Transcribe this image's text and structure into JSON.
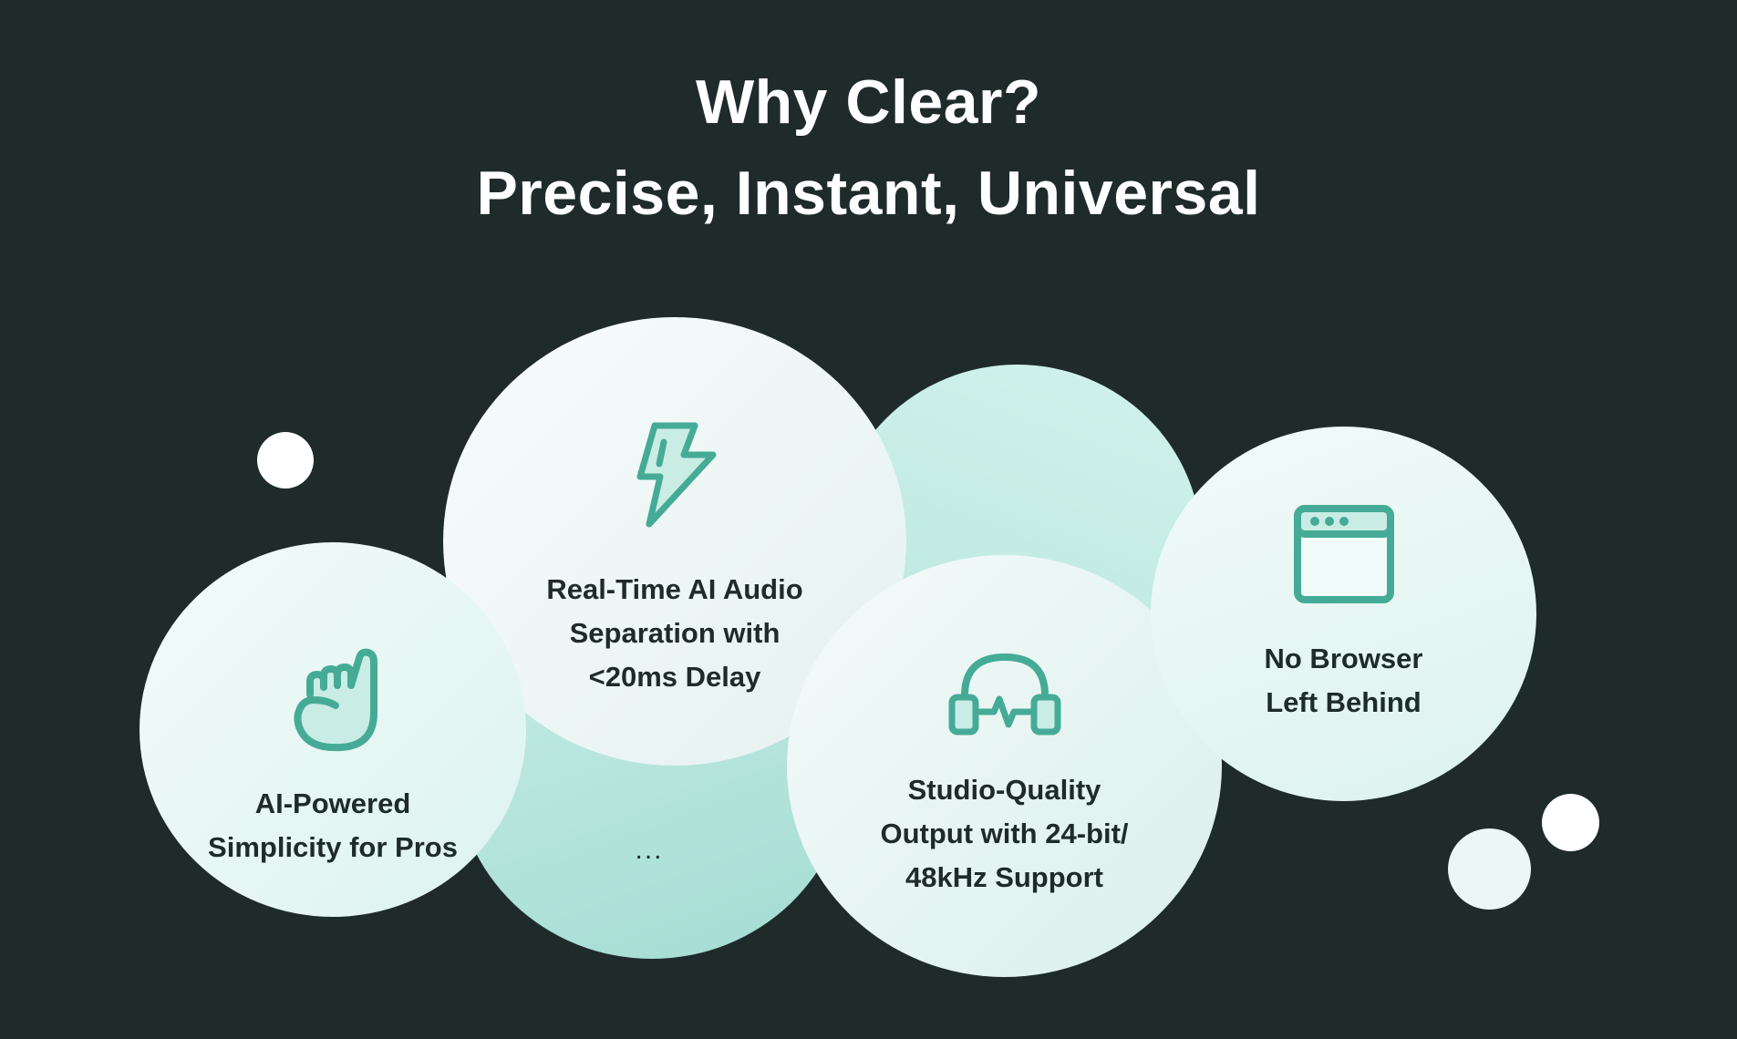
{
  "heading": {
    "line1": "Why Clear?",
    "line2": "Precise, Instant, Universal"
  },
  "features": [
    {
      "icon": "raised-hand-icon",
      "label": "AI-Powered\nSimplicity for Pros"
    },
    {
      "icon": "lightning-bolt-icon",
      "label": "Real-Time AI Audio\nSeparation with\n<20ms Delay"
    },
    {
      "icon": "headphones-waveform-icon",
      "label": "Studio-Quality\nOutput with 24-bit/\n48kHz Support"
    },
    {
      "icon": "browser-window-icon",
      "label": "No Browser\nLeft Behind"
    }
  ],
  "more_indicator": "...",
  "colors": {
    "background": "#1f2b2b",
    "accent": "#45ab96",
    "text_light": "#ffffff",
    "text_dark": "#1f2b2b",
    "bubble_teal": "#b6e6dd",
    "bubble_light": "#f3fbfa"
  }
}
